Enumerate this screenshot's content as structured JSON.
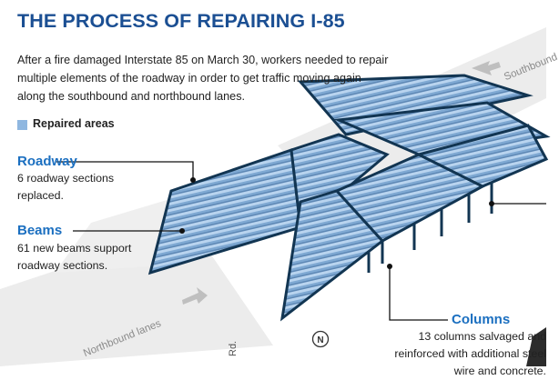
{
  "title": "THE PROCESS OF REPAIRING I-85",
  "intro": "After a fire damaged Interstate 85 on March 30, workers needed to repair multiple elements of the roadway in order to get traffic moving again along the southbound and northbound lanes.",
  "legend": {
    "label": "Repaired areas",
    "color": "#8fb7e0"
  },
  "labels": {
    "roadway": {
      "heading": "Roadway",
      "text": "6 roadway sections replaced."
    },
    "beams": {
      "heading": "Beams",
      "text": "61 new beams support roadway sections."
    },
    "columns": {
      "heading": "Columns",
      "text": "13 columns salvaged and reinforced with additional steel wire and concrete."
    }
  },
  "lanes": {
    "southbound": "Southbound",
    "northbound": "Northbound lanes"
  },
  "road_label": "Rd.",
  "compass": "N",
  "colors": {
    "title": "#1b4f93",
    "heading": "#1b6fc0",
    "beam": "#123552",
    "road": "#ececec"
  }
}
